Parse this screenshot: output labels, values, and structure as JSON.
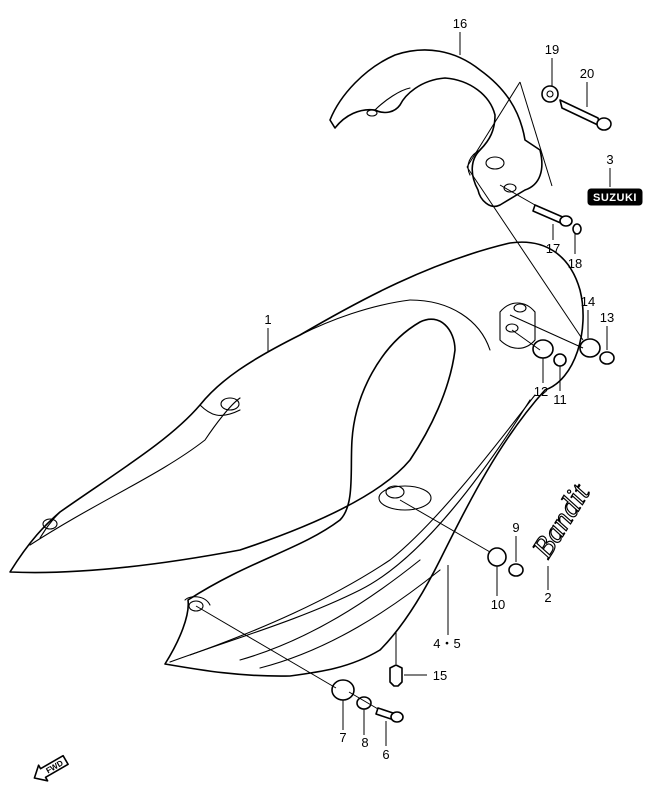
{
  "diagram": {
    "callouts": {
      "p1": "1",
      "p2": "2",
      "p3": "3",
      "p4_5": "4・5",
      "p6": "6",
      "p7": "7",
      "p8": "8",
      "p9": "9",
      "p10": "10",
      "p11": "11",
      "p12": "12",
      "p13": "13",
      "p14": "14",
      "p15": "15",
      "p16": "16",
      "p17": "17",
      "p18": "18",
      "p19": "19",
      "p20": "20"
    },
    "emblem_text": "SUZUKI",
    "script_emblem_text": "Bandit",
    "direction_indicator": "FWD"
  }
}
